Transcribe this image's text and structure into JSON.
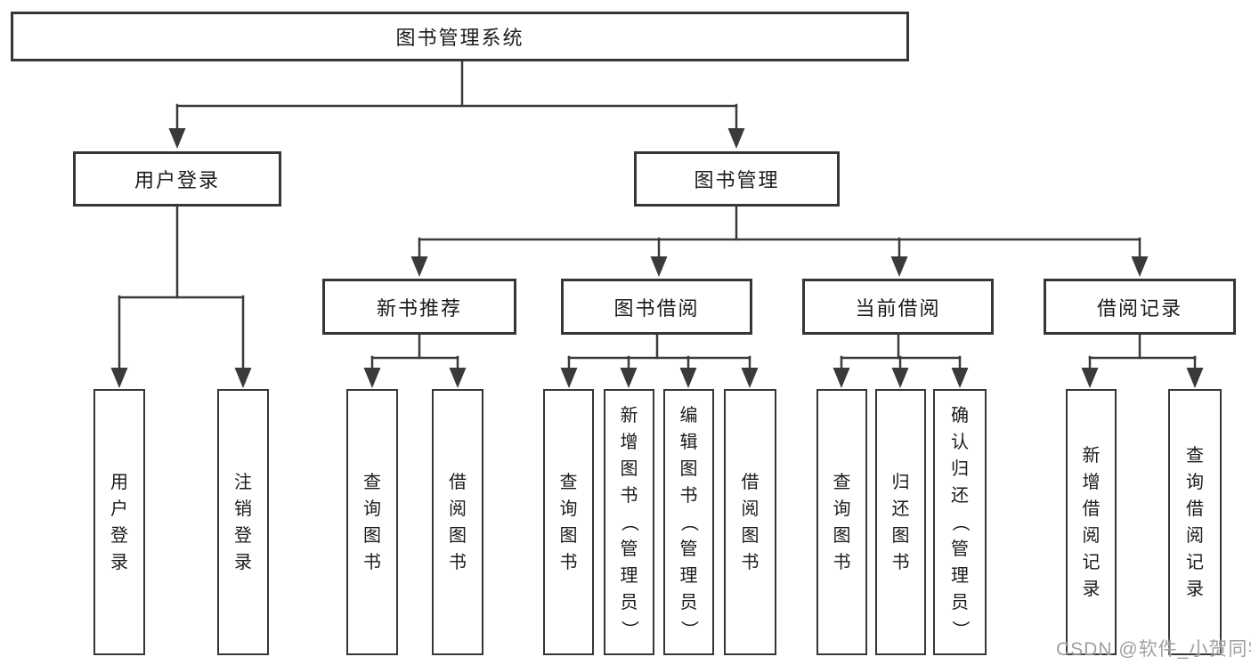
{
  "root": {
    "label": "图书管理系统"
  },
  "level2": [
    {
      "label": "用户登录"
    },
    {
      "label": "图书管理"
    }
  ],
  "level3": [
    {
      "label": "新书推荐"
    },
    {
      "label": "图书借阅"
    },
    {
      "label": "当前借阅"
    },
    {
      "label": "借阅记录"
    }
  ],
  "leaves": [
    {
      "label": "用户登录"
    },
    {
      "label": "注销登录"
    },
    {
      "label": "查询图书"
    },
    {
      "label": "借阅图书"
    },
    {
      "label": "查询图书"
    },
    {
      "label": "新增图书（管理员）"
    },
    {
      "label": "编辑图书（管理员）"
    },
    {
      "label": "借阅图书"
    },
    {
      "label": "查询图书"
    },
    {
      "label": "归还图书"
    },
    {
      "label": "确认归还（管理员）"
    },
    {
      "label": "新增借阅记录"
    },
    {
      "label": "查询借阅记录"
    }
  ],
  "watermark": "CSDN @软件_小贺同学",
  "colors": {
    "line": "#3a3a3a",
    "border": "#363636",
    "text": "#1b1b1b",
    "background": "#ffffff",
    "watermark": "#929292"
  }
}
